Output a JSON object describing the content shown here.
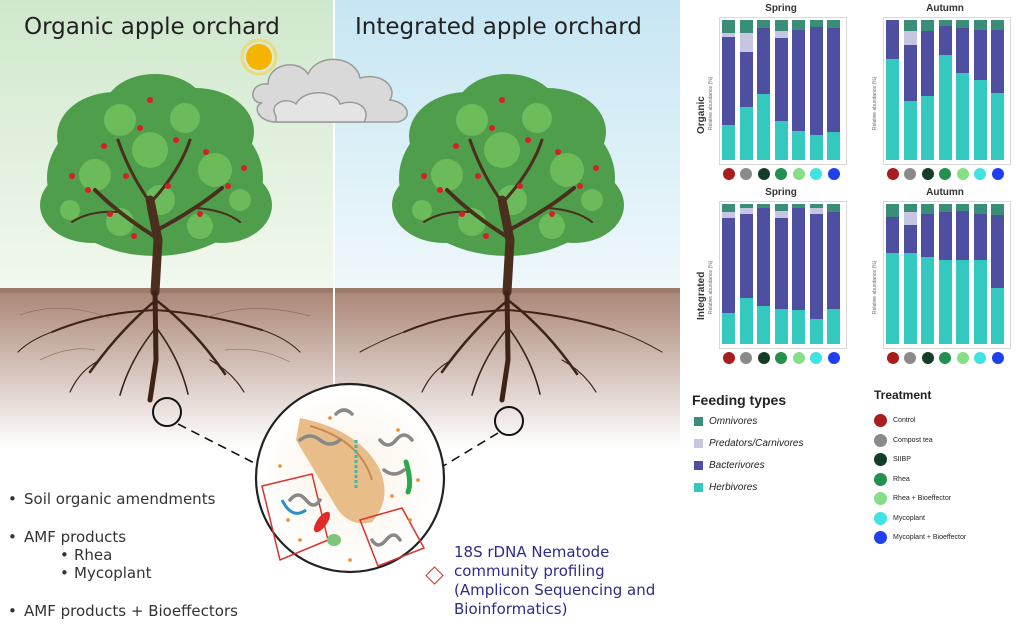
{
  "scene": {
    "title_left": "Organic apple orchard",
    "title_right": "Integrated apple orchard",
    "bullets": [
      {
        "text": "Soil organic amendments",
        "sub": []
      },
      {
        "text": "AMF products",
        "sub": [
          "Rhea",
          "Mycoplant"
        ]
      },
      {
        "text": "AMF products + Bioeffectors",
        "sub": []
      }
    ],
    "profiling_text": "18S rDNA Nematode community profiling (Amplicon Sequencing and Bioinformatics)",
    "colors": {
      "sky_left": "#dcefd9",
      "sky_right": "#d3ecf7",
      "soil": "#b58f7e",
      "diamond": "#d6332f"
    }
  },
  "chart_data": [
    {
      "type": "bar",
      "stacked": true,
      "row": "Organic",
      "season": "Spring",
      "ylabel": "Relative abundance (%)",
      "categories": [
        "Control",
        "Compost tea",
        "SIIBP",
        "Rhea",
        "Rhea + Bioeffector",
        "Mycoplant",
        "Mycoplant + Bioeffector"
      ],
      "series": [
        {
          "name": "Herbivores",
          "values": [
            25,
            38,
            47,
            28,
            21,
            18,
            20
          ]
        },
        {
          "name": "Bacterivores",
          "values": [
            63,
            39,
            47,
            59,
            72,
            77,
            74
          ]
        },
        {
          "name": "Predators/Carnivores",
          "values": [
            3,
            14,
            0,
            5,
            0,
            0,
            0
          ]
        },
        {
          "name": "Omnivores",
          "values": [
            9,
            9,
            6,
            8,
            7,
            5,
            6
          ]
        }
      ],
      "ylim": [
        0,
        100
      ]
    },
    {
      "type": "bar",
      "stacked": true,
      "row": "Organic",
      "season": "Autumn",
      "ylabel": "Relative abundance (%)",
      "categories": [
        "Control",
        "Compost tea",
        "SIIBP",
        "Rhea",
        "Rhea + Bioeffector",
        "Mycoplant",
        "Mycoplant + Bioeffector"
      ],
      "series": [
        {
          "name": "Herbivores",
          "values": [
            72,
            42,
            46,
            75,
            62,
            57,
            48
          ]
        },
        {
          "name": "Bacterivores",
          "values": [
            28,
            40,
            46,
            21,
            32,
            36,
            45
          ]
        },
        {
          "name": "Predators/Carnivores",
          "values": [
            0,
            10,
            0,
            0,
            0,
            0,
            0
          ]
        },
        {
          "name": "Omnivores",
          "values": [
            0,
            8,
            8,
            4,
            6,
            7,
            7
          ]
        }
      ],
      "ylim": [
        0,
        100
      ]
    },
    {
      "type": "bar",
      "stacked": true,
      "row": "Integrated",
      "season": "Spring",
      "ylabel": "Relative abundance (%)",
      "categories": [
        "Control",
        "Compost tea",
        "SIIBP",
        "Rhea",
        "Rhea + Bioeffector",
        "Mycoplant",
        "Mycoplant + Bioeffector"
      ],
      "series": [
        {
          "name": "Herbivores",
          "values": [
            22,
            33,
            27,
            25,
            24,
            18,
            25
          ]
        },
        {
          "name": "Bacterivores",
          "values": [
            68,
            60,
            70,
            65,
            73,
            75,
            69
          ]
        },
        {
          "name": "Predators/Carnivores",
          "values": [
            4,
            4,
            0,
            5,
            0,
            4,
            0
          ]
        },
        {
          "name": "Omnivores",
          "values": [
            6,
            3,
            3,
            5,
            3,
            3,
            6
          ]
        }
      ],
      "ylim": [
        0,
        100
      ]
    },
    {
      "type": "bar",
      "stacked": true,
      "row": "Integrated",
      "season": "Autumn",
      "ylabel": "Relative abundance (%)",
      "categories": [
        "Control",
        "Compost tea",
        "SIIBP",
        "Rhea",
        "Rhea + Bioeffector",
        "Mycoplant",
        "Mycoplant + Bioeffector"
      ],
      "series": [
        {
          "name": "Herbivores",
          "values": [
            65,
            65,
            62,
            60,
            60,
            60,
            40
          ]
        },
        {
          "name": "Bacterivores",
          "values": [
            26,
            20,
            31,
            34,
            35,
            33,
            52
          ]
        },
        {
          "name": "Predators/Carnivores",
          "values": [
            0,
            9,
            0,
            0,
            0,
            0,
            0
          ]
        },
        {
          "name": "Omnivores",
          "values": [
            9,
            6,
            7,
            6,
            5,
            7,
            8
          ]
        }
      ],
      "ylim": [
        0,
        100
      ]
    }
  ],
  "legend": {
    "feeding_title": "Feeding types",
    "feeding": [
      {
        "label": "Omnivores",
        "color": "#3a8e79"
      },
      {
        "label": "Predators/Carnivores",
        "color": "#c7c6e0"
      },
      {
        "label": "Bacterivores",
        "color": "#4e4fa0"
      },
      {
        "label": "Herbivores",
        "color": "#34c9bf"
      }
    ],
    "treatment_title": "Treatment",
    "treatments": [
      {
        "label": "Control",
        "color": "#a81d1d"
      },
      {
        "label": "Compost tea",
        "color": "#8a8a8a"
      },
      {
        "label": "SIIBP",
        "color": "#133d27"
      },
      {
        "label": "Rhea",
        "color": "#249050"
      },
      {
        "label": "Rhea + Bioeffector",
        "color": "#86df86"
      },
      {
        "label": "Mycoplant",
        "color": "#40e2e2"
      },
      {
        "label": "Mycoplant + Bioeffector",
        "color": "#1f3ff0"
      }
    ]
  }
}
